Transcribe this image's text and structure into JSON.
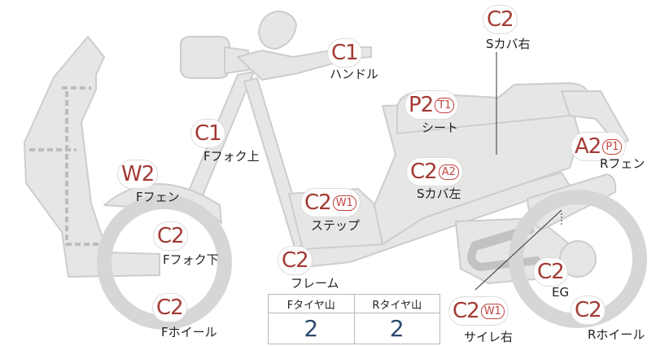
{
  "colors": {
    "part_fill": "#e6e6e4",
    "part_stroke": "#cdcdcb",
    "code_text": "#a33a34",
    "label_text": "#222222",
    "table_value": "#2c4a6e"
  },
  "parts": {
    "s_cover_right": {
      "code": "C2",
      "sub": "",
      "label": "Sカバ右"
    },
    "handle": {
      "code": "C1",
      "sub": "",
      "label": "ハンドル"
    },
    "seat": {
      "code": "P2",
      "sub": "T1",
      "label": "シート"
    },
    "f_fork_upper": {
      "code": "C1",
      "sub": "",
      "label": "Fフォク上"
    },
    "r_fender": {
      "code": "A2",
      "sub": "P1",
      "label": "Rフェン"
    },
    "f_fender": {
      "code": "W2",
      "sub": "",
      "label": "Fフェン"
    },
    "s_cover_left": {
      "code": "C2",
      "sub": "A2",
      "label": "Sカバ左"
    },
    "step": {
      "code": "C2",
      "sub": "W1",
      "label": "ステップ"
    },
    "f_fork_lower": {
      "code": "C2",
      "sub": "",
      "label": "Fフォク下"
    },
    "frame": {
      "code": "C2",
      "sub": "",
      "label": "フレーム"
    },
    "engine": {
      "code": "C2",
      "sub": "",
      "label": "EG"
    },
    "f_wheel": {
      "code": "C2",
      "sub": "",
      "label": "Fホイール"
    },
    "muffler_right": {
      "code": "C2",
      "sub": "W1",
      "label": "サイレ右"
    },
    "r_wheel": {
      "code": "C2",
      "sub": "",
      "label": "Rホイール"
    }
  },
  "tread_table": {
    "front_header": "Fタイヤ山",
    "rear_header": "Rタイヤ山",
    "front_value": "2",
    "rear_value": "2"
  }
}
